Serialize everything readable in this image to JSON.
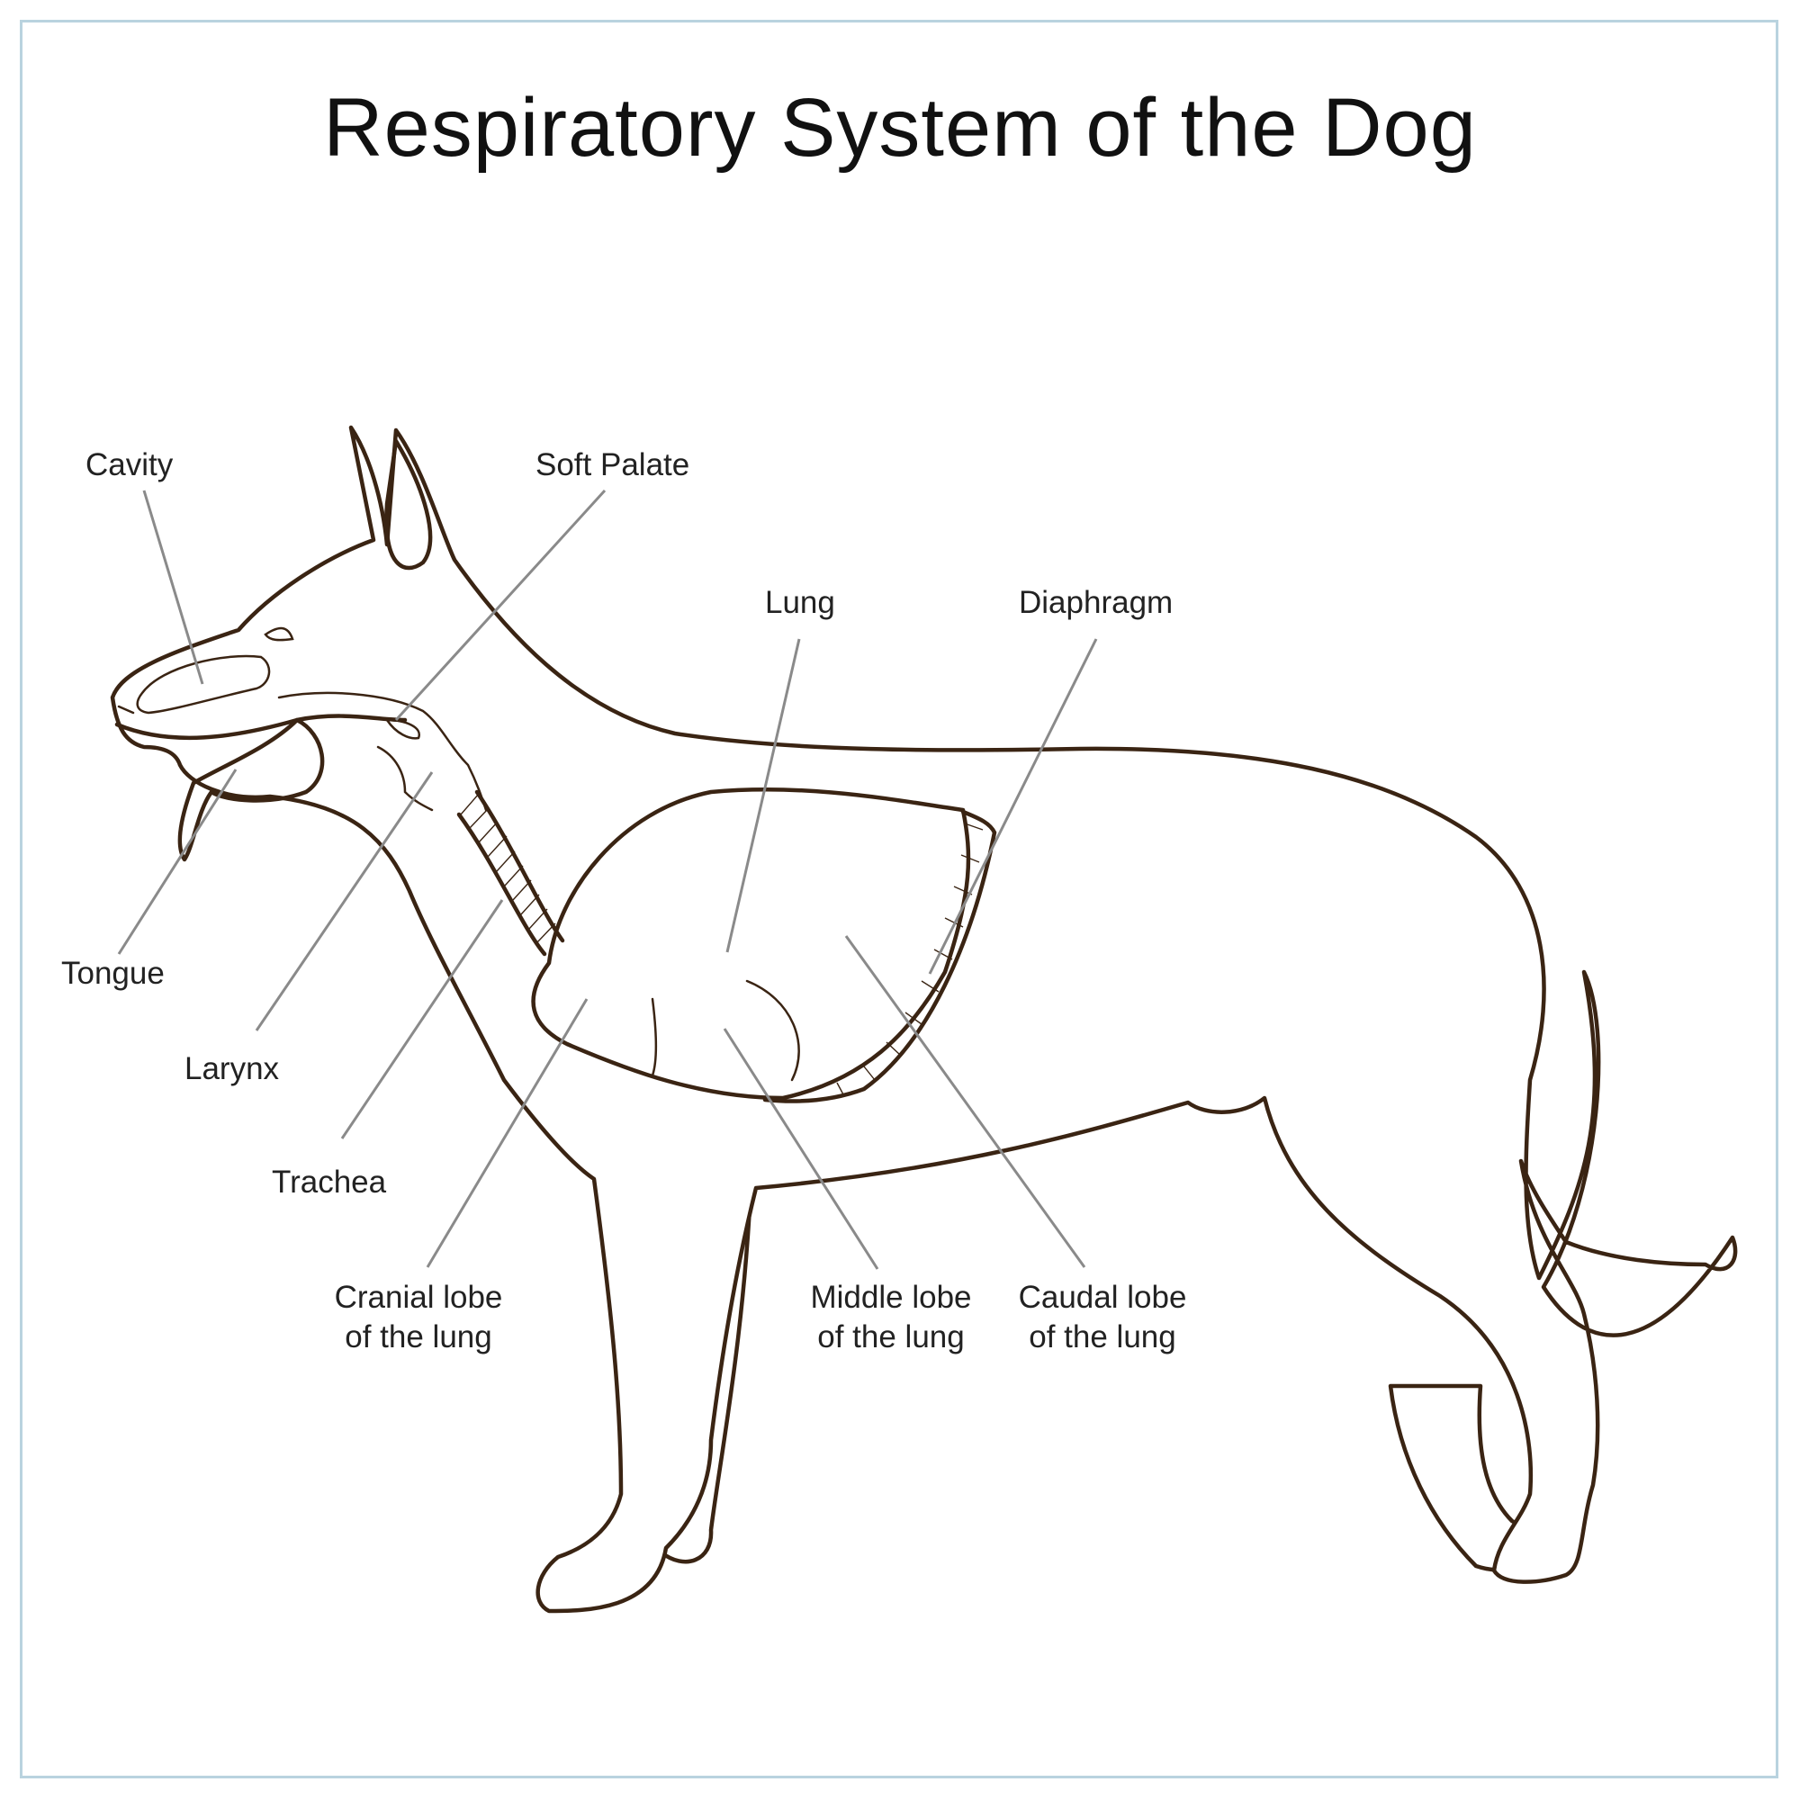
{
  "title": "Respiratory System of the Dog",
  "colors": {
    "outline": "#3a2413",
    "leader": "#8a8a8a",
    "frame": "#b9d3df",
    "text": "#222222"
  },
  "labels": {
    "cavity": "Cavity",
    "soft_palate": "Soft Palate",
    "lung": "Lung",
    "diaphragm": "Diaphragm",
    "tongue": "Tongue",
    "larynx": "Larynx",
    "trachea": "Trachea",
    "cranial_lobe": [
      "Cranial lobe",
      "of the lung"
    ],
    "middle_lobe": [
      "Middle lobe",
      "of the lung"
    ],
    "caudal_lobe": [
      "Caudal lobe",
      "of the lung"
    ]
  }
}
